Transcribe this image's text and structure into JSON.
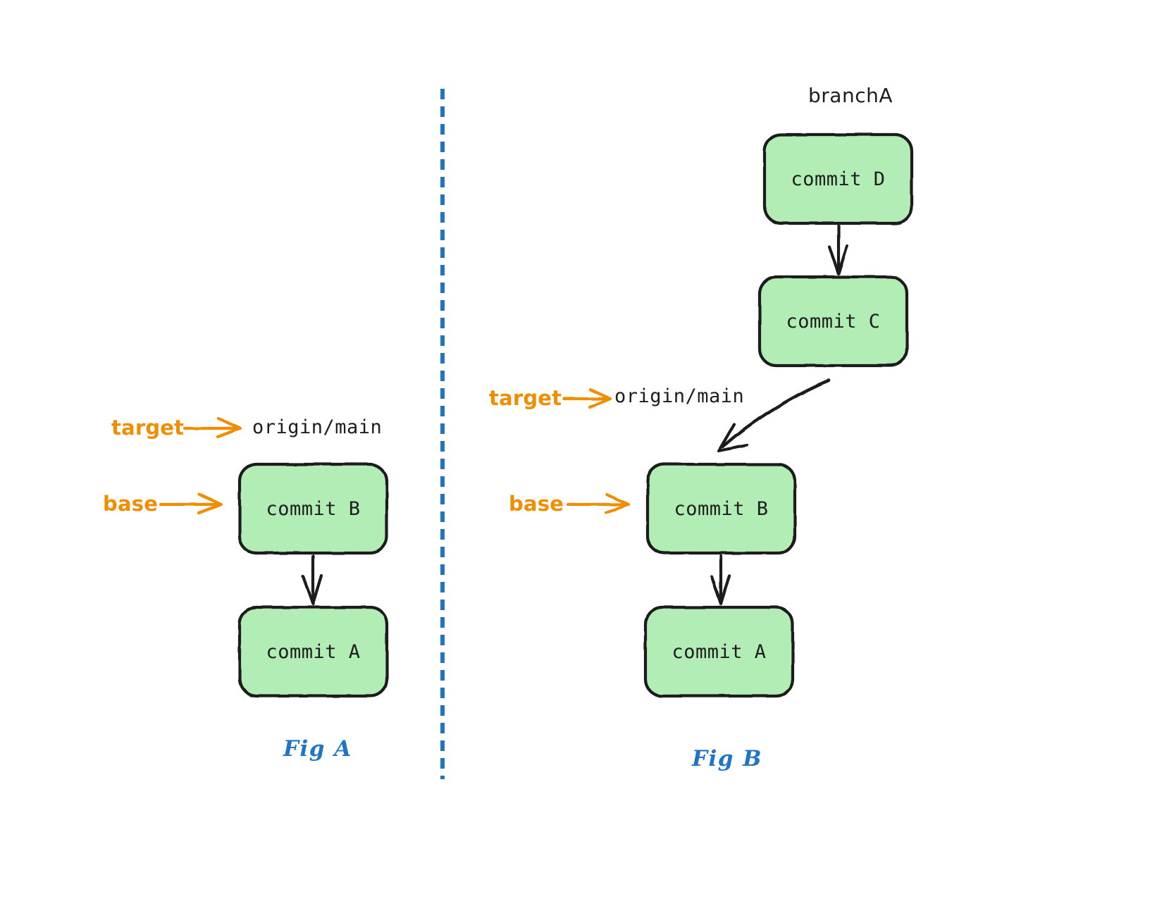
{
  "diagram": {
    "title_present": false,
    "colors": {
      "commit_fill": "#b2edb5",
      "commit_stroke": "#1b1b1b",
      "annotation_orange": "#ef8e00",
      "caption_blue": "#1f75c4",
      "divider_blue": "#1f75c4",
      "label_dark": "#1d1d1d",
      "background": "#ffffff"
    },
    "divider": {
      "name": "vertical-dashed-divider",
      "orientation": "vertical",
      "style": "dashed"
    },
    "fig_a": {
      "caption": "Fig A",
      "branch_label": "origin/main",
      "annotations": [
        {
          "text": "target",
          "points_to": "origin/main"
        },
        {
          "text": "base",
          "points_to": "commit B"
        }
      ],
      "commits": [
        {
          "label": "commit B"
        },
        {
          "label": "commit A"
        }
      ],
      "edges": [
        {
          "from": "commit B",
          "to": "commit A",
          "style": "straight"
        }
      ]
    },
    "fig_b": {
      "caption": "Fig B",
      "branch_label_top": "branchA",
      "branch_label": "origin/main",
      "annotations": [
        {
          "text": "target",
          "points_to": "origin/main"
        },
        {
          "text": "base",
          "points_to": "commit B"
        }
      ],
      "commits": [
        {
          "label": "commit D"
        },
        {
          "label": "commit C"
        },
        {
          "label": "commit B"
        },
        {
          "label": "commit A"
        }
      ],
      "edges": [
        {
          "from": "commit D",
          "to": "commit C",
          "style": "straight"
        },
        {
          "from": "commit C",
          "to": "commit B",
          "style": "curved"
        },
        {
          "from": "commit B",
          "to": "commit A",
          "style": "straight"
        }
      ]
    }
  }
}
